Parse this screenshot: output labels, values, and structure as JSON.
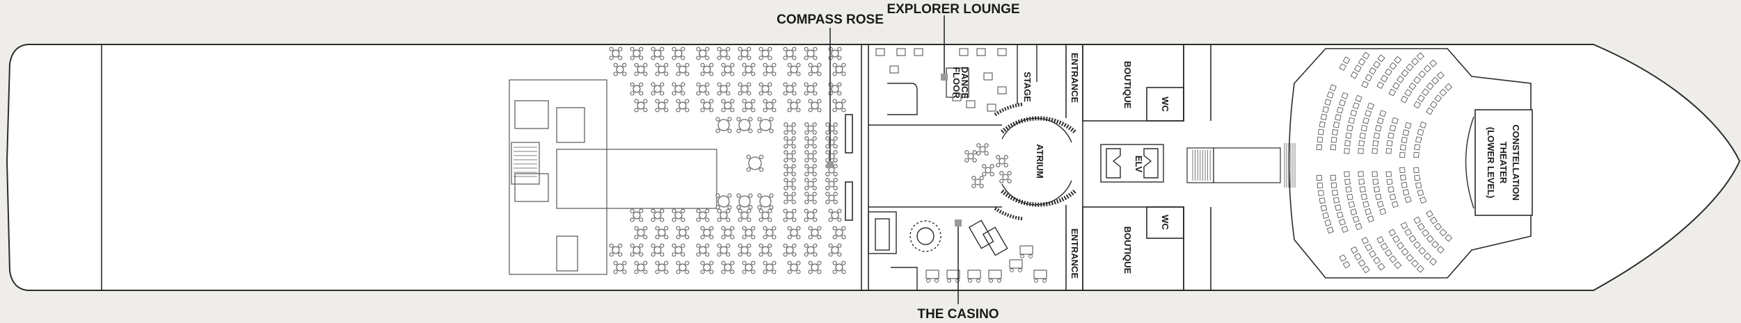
{
  "deck_plan": {
    "callouts": {
      "compass_rose": "COMPASS ROSE",
      "explorer_lounge": "EXPLORER LOUNGE",
      "the_casino": "THE CASINO"
    },
    "rooms": {
      "dance_floor_line1": "DANCE",
      "dance_floor_line2": "FLOOR",
      "stage": "STAGE",
      "atrium": "ATRIUM",
      "elevator": "ELV",
      "entrance_top": "ENTRANCE",
      "entrance_bottom": "ENTRANCE",
      "boutique_top": "BOUTIQUE",
      "boutique_bottom": "BOUTIQUE",
      "wc_top": "WC",
      "wc_bottom": "WC",
      "theater_line1": "CONSTELLATION",
      "theater_line2": "THEATER",
      "theater_line3": "(LOWER LEVEL)"
    },
    "colors": {
      "background": "#efede9",
      "hull_fill": "#ffffff",
      "line": "#2b2b2b",
      "detail": "#555555",
      "marker": "#9a9a9a"
    }
  }
}
